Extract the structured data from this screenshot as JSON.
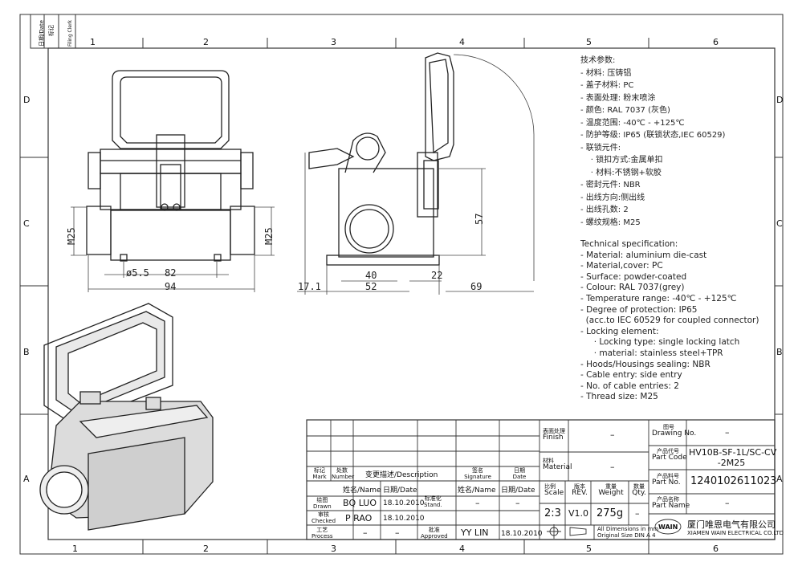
{
  "frame": {
    "col_labels": [
      "1",
      "2",
      "3",
      "4",
      "5",
      "6"
    ],
    "row_labels": [
      "D",
      "C",
      "B",
      "A"
    ],
    "corner": {
      "date": "日期/Date",
      "check_cn": "标记",
      "check_en": "Filing Clerk"
    }
  },
  "spec_cn": {
    "title": "技术参数:",
    "lines": [
      "- 材料: 压铸铝",
      "- 盖子材料: PC",
      "- 表面处理: 粉末喷涂",
      "- 颜色: RAL 7037 (灰色)",
      "- 温度范围: -40℃  - +125℃",
      "- 防护等级: IP65 (联锁状态,IEC 60529)",
      "- 联锁元件:",
      "    · 锁扣方式:金属单扣",
      "    · 材料:不锈钢+软胶",
      "- 密封元件: NBR",
      "- 出线方向:侧出线",
      "- 出线孔数: 2",
      "- 螺纹规格: M25"
    ]
  },
  "spec_en": {
    "title": "Technical specification:",
    "lines": [
      "- Material: aluminium die-cast",
      "- Material,cover: PC",
      "- Surface: powder-coated",
      "- Colour: RAL 7037(grey)",
      "- Temperature range: -40℃  - +125℃",
      "- Degree of protection: IP65",
      "  (acc.to IEC 60529 for coupled connector)",
      "- Locking element:",
      "     · Locking type: single locking latch",
      "     · material: stainless steel+TPR",
      "- Hoods/Housings sealing: NBR",
      "- Cable entry: side entry",
      "- No. of cable entries: 2",
      "- Thread size: M25"
    ]
  },
  "dims": {
    "m25_left": "M25",
    "m25_right": "M25",
    "hole": "ø5.5",
    "w82": "82",
    "w94": "94",
    "d40": "40",
    "d52": "52",
    "d17": "17.1",
    "d22": "22",
    "d69": "69",
    "h57": "57"
  },
  "title_block": {
    "rev_headers": {
      "mark_cn": "标记",
      "mark_en": "Mark",
      "num_cn": "处数",
      "num_en": "Number",
      "desc": "变更描述/Description",
      "sig_cn": "签名",
      "sig_en": "Signature",
      "date_cn": "日期",
      "date_en": "Date"
    },
    "name_hdr": "姓名/Name",
    "date_hdr": "日期/Date",
    "stand_cn": "标准化",
    "stand_en": "Stand.",
    "name_hdr2": "姓名/Name",
    "date_hdr2": "日期/Date",
    "drawn_cn": "绘图",
    "drawn_en": "Drawn",
    "drawn_name": "BQ LUO",
    "drawn_date": "18.10.2010",
    "checked_cn": "审核",
    "checked_en": "Checked",
    "checked_name": "P RAO",
    "checked_date": "18.10.2010",
    "process_cn": "工艺",
    "process_en": "Process",
    "process_name": "–",
    "process_date": "–",
    "stand_val": "–",
    "stand_date": "–",
    "approved_cn": "批准",
    "approved_en": "Approved",
    "approved_name": "YY LIN",
    "approved_date": "18.10.2010",
    "finish_cn": "表面处理",
    "finish_en": "Finish",
    "finish_val": "–",
    "material_cn": "材料",
    "material_en": "Material",
    "material_val": "–",
    "scale_cn": "比例",
    "scale_en": "Scale",
    "scale_val": "2:3",
    "rev_cn": "版本",
    "rev_en": "REV.",
    "rev_val": "V1.0",
    "weight_cn": "重量",
    "weight_en": "Weight",
    "weight_val": "275g",
    "qty_cn": "数量",
    "qty_en": "Qty.",
    "qty_val": "–",
    "dim_note1": "All Dimensions in mm",
    "dim_note2": "Original Size DIN A 4",
    "drawing_no_cn": "图号",
    "drawing_no_en": "Drawing No.",
    "drawing_no_val": "–",
    "part_code_cn": "产品代号",
    "part_code_en": "Part Code",
    "part_code_val1": "HV10B-SF-1L/SC-CV",
    "part_code_val2": "-2M25",
    "part_no_cn": "产品料号",
    "part_no_en": "Part No.",
    "part_no_val": "1240102611023",
    "part_name_cn": "产品名称",
    "part_name_en": "Part Name",
    "part_name_val": "–",
    "logo": "WAIN",
    "company_cn": "厦门唯恩电气有限公司",
    "company_en": "XIAMEN WAIN ELECTRICAL CO.LTD"
  }
}
